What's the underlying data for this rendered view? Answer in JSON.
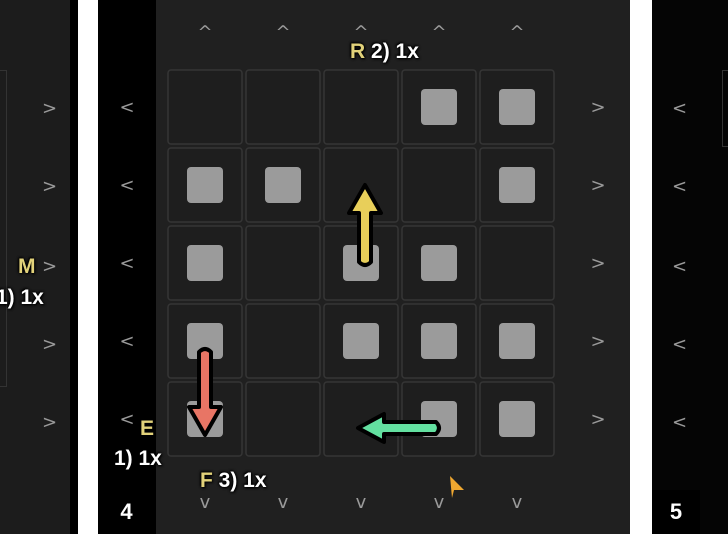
{
  "panels": {
    "left": {
      "key": "M",
      "label": "1) 1x"
    },
    "main": {
      "number": "4",
      "labels": [
        {
          "key": "R",
          "text": "2) 1x"
        },
        {
          "key": "E",
          "text": "1) 1x"
        },
        {
          "key": "F",
          "text": "3) 1x"
        }
      ],
      "grid": [
        [
          0,
          0,
          0,
          1,
          1
        ],
        [
          1,
          1,
          0,
          0,
          1
        ],
        [
          1,
          0,
          1,
          1,
          0
        ],
        [
          1,
          0,
          1,
          1,
          1
        ],
        [
          1,
          0,
          0,
          1,
          1
        ]
      ],
      "arrows": [
        {
          "direction": "up",
          "color": "#e8cf5a"
        },
        {
          "direction": "down",
          "color": "#e87565"
        },
        {
          "direction": "left",
          "color": "#63e0a0"
        }
      ],
      "cursor_color": "#f0a830"
    },
    "right": {
      "number": "5"
    }
  },
  "icons": {
    "up": "^",
    "down": "v",
    "left": "<",
    "right": ">"
  }
}
